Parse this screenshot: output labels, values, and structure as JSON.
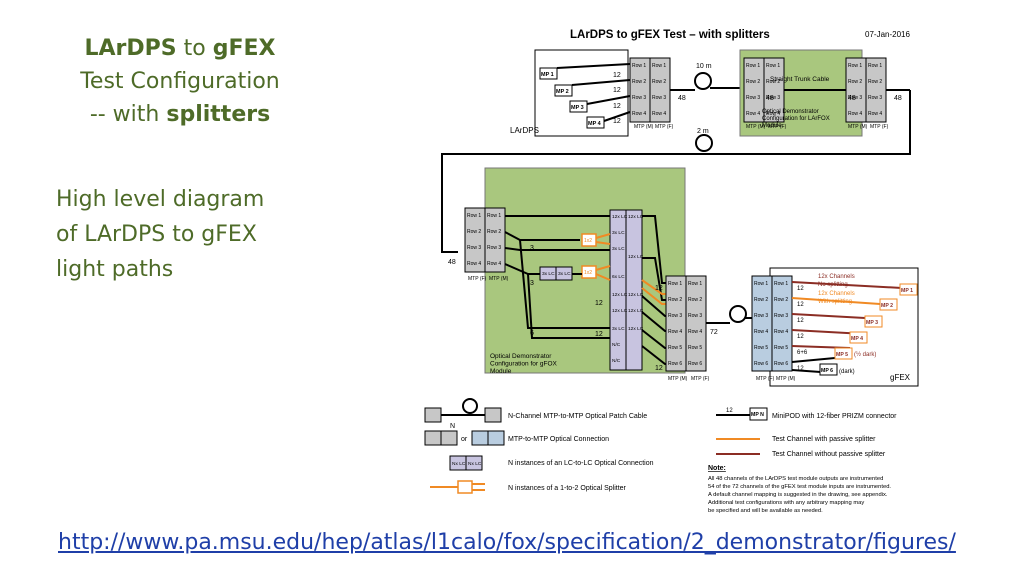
{
  "slide": {
    "title_part1": "LArDPS",
    "title_part2": " to ",
    "title_part3": "gFEX",
    "title_line2": "Test Configuration",
    "title_line3_prefix": "-- with ",
    "title_line3_bold": "splitters",
    "subtitle_lines": [
      "High level diagram",
      "of LArDPS to gFEX",
      "light paths"
    ],
    "url": "http://www.pa.msu.edu/hep/atlas/l1calo/fox/specification/2_demonstrator/figures/"
  },
  "diagram": {
    "title": "LArDPS to gFEX Test – with splitters",
    "date": "07-Jan-2016",
    "lardps_label": "LArDPS",
    "gfex_label": "gFEX",
    "mp_labels": [
      "MP 1",
      "MP 2",
      "MP 3",
      "MP 4",
      "MP 5",
      "MP 6"
    ],
    "row_labels": [
      "Row 1",
      "Row 2",
      "Row 3",
      "Row 4",
      "Row 5",
      "Row 6"
    ],
    "mtp_f": "MTP (F)",
    "mtp_m": "MTP (M)",
    "fiber_counts": {
      "twelve": "12",
      "fortyeight": "48",
      "seventytwo": "72",
      "three": "3",
      "six": "6",
      "six_plus_six": "6+6"
    },
    "cable_10m": "10 m",
    "cable_2m": "2 m",
    "trunk_label": "Straight Trunk Cable",
    "lar_fox_label": "Optical Demonstrator Configuration for LArFOX Module",
    "gfox_label": "Optical Demonstrator Configuration for gFOX Module",
    "lc_labels": {
      "lc12x": "12x LC",
      "lc3x": "3x LC",
      "lc6x": "6x LC",
      "nc": "N/C"
    },
    "splitter_label": "1x2",
    "gfex_annotations": {
      "channels": "12x Channels",
      "no_split": "No splitting",
      "split_channels": "12x Channels",
      "with_split": "With splitting",
      "half_dark": "(½ dark)",
      "dark": "(dark)"
    },
    "legend": {
      "patch_cable": "N-Channel MTP-to-MTP Optical Patch Cable",
      "n": "N",
      "or": "or",
      "mtp_connection": "MTP-to-MTP Optical Connection",
      "lc_connection": "N instances of  an LC-to-LC Optical Connection",
      "splitter": "N instances of  a 1-to-2 Optical Splitter",
      "minipod": "MiniPOD with 12-fiber PRIZM connector",
      "mp_n": "MP N",
      "test_splitter": "Test Channel with passive splitter",
      "test_no_splitter": "Test Channel without passive splitter",
      "nx_lc": "Nx LC",
      "note_title": "Note:",
      "note_lines": [
        "All 48 channels of the LArDPS test module outputs are instrumented",
        "54 of the 72 channels of the gFEX test module inputs are instrumented.",
        "A default channel mapping is suggested in the drawing, see appendix.",
        "Additional test configurations with any arbitrary mapping may",
        "be specified and will be available as needed."
      ]
    },
    "colors": {
      "green_box": "#a9c77e",
      "orange": "#f08a24",
      "dark_red": "#8b2d24",
      "lavender": "#c8c4e0",
      "blue_grey": "#b9cde0",
      "mtp_grey": "#c7c7c7",
      "title_green": "#4e6b28"
    }
  }
}
